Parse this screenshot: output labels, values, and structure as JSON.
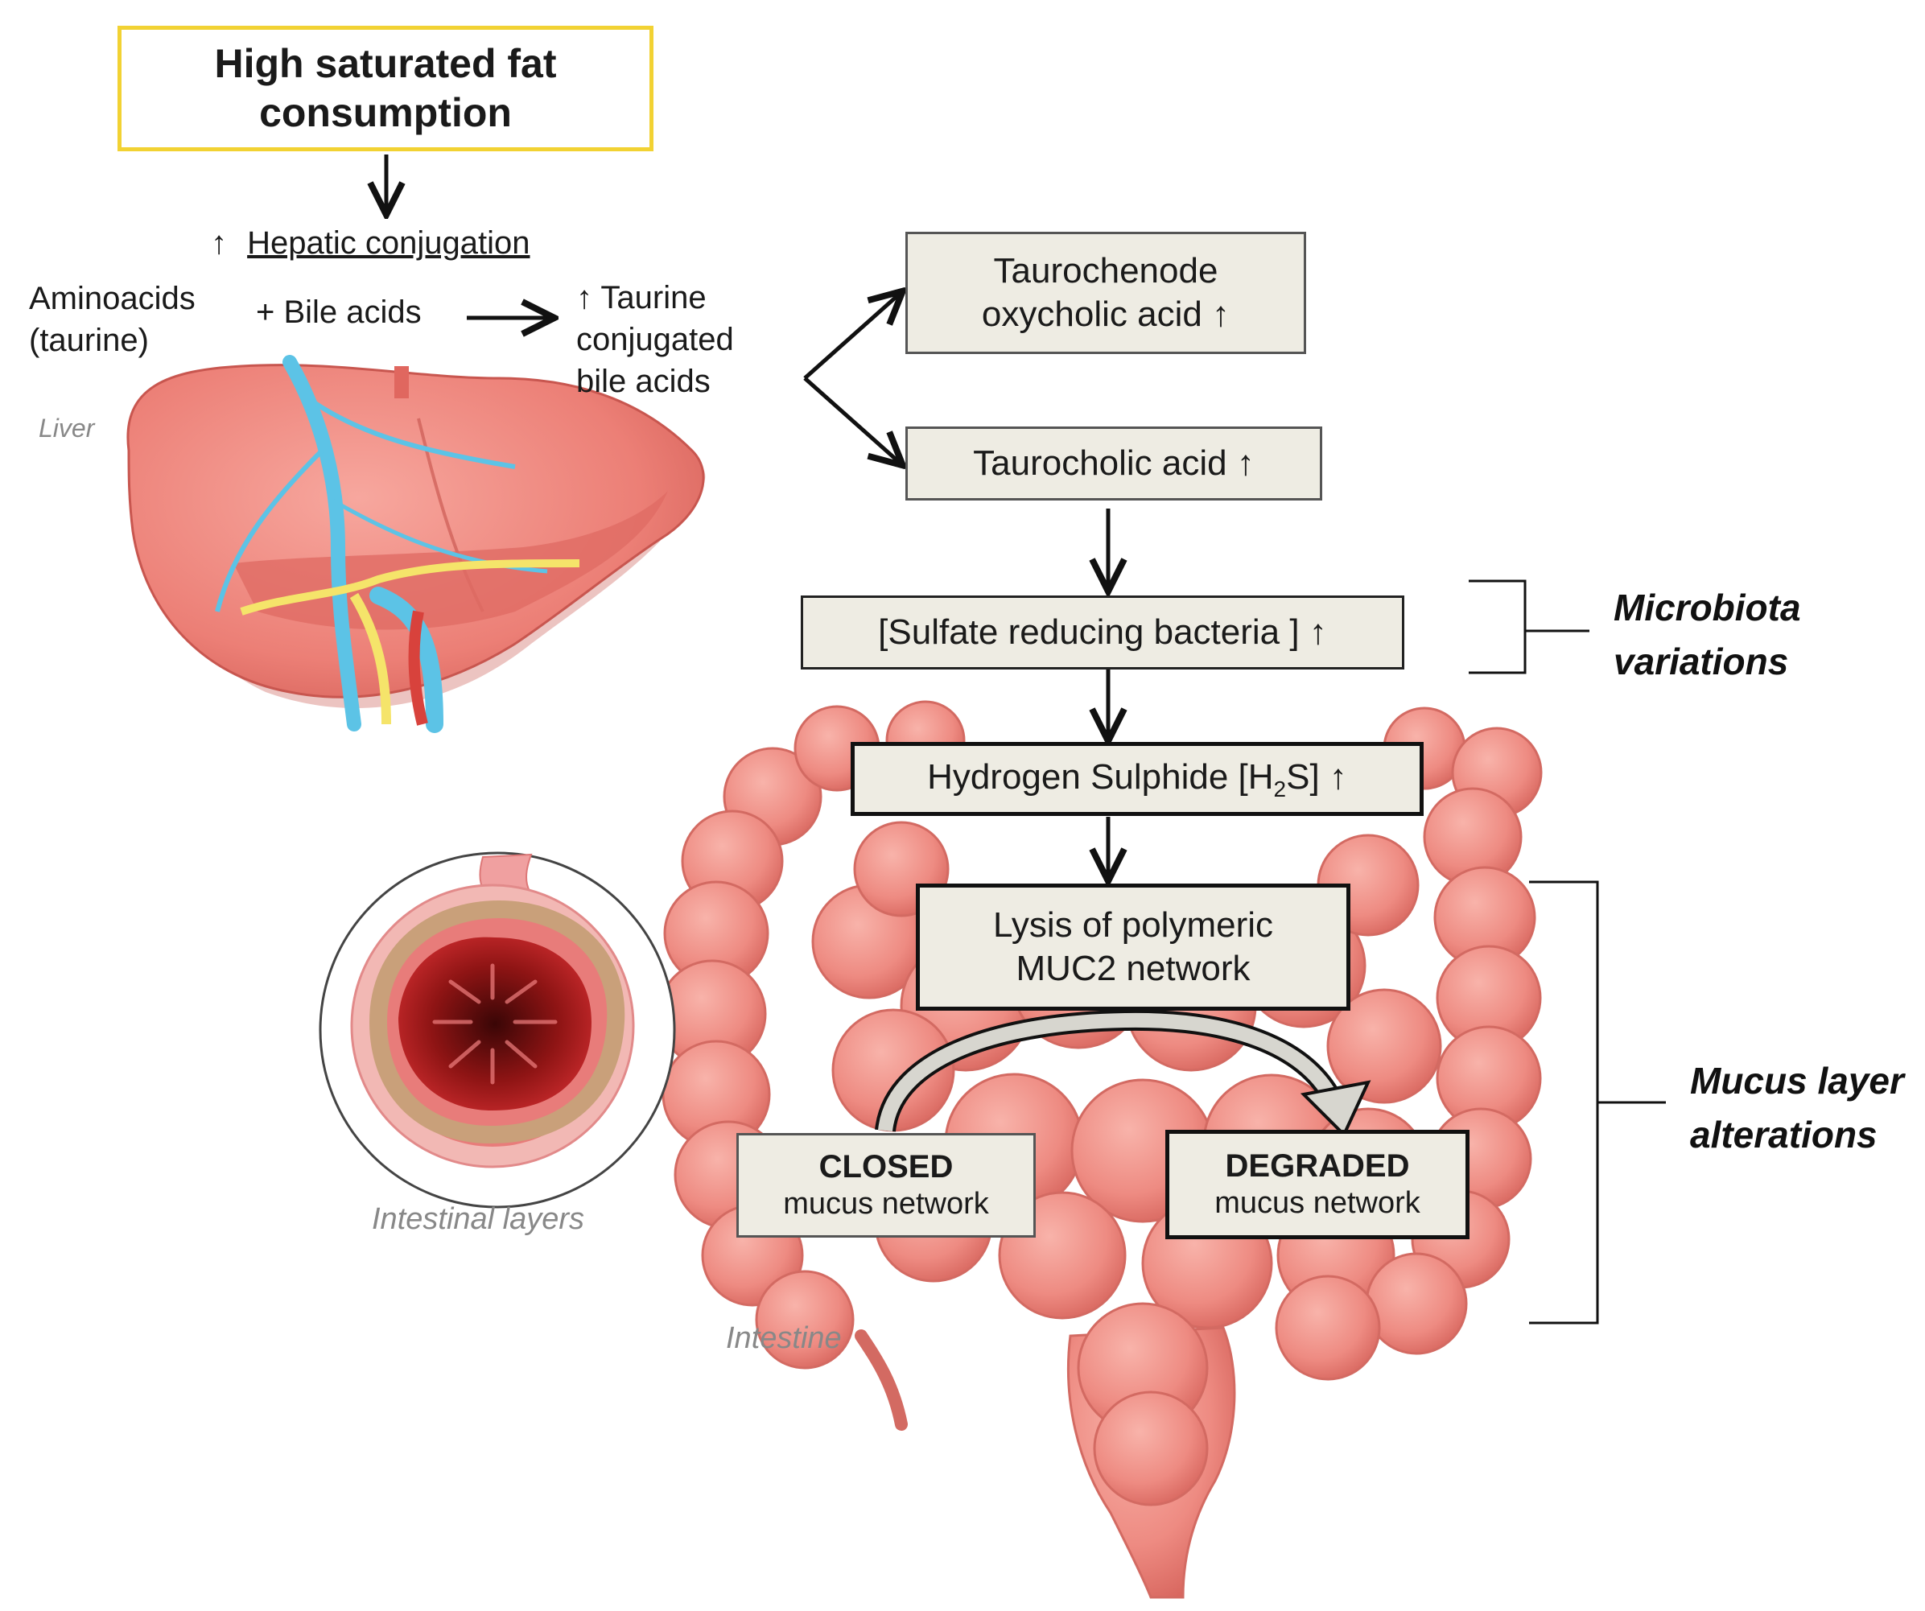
{
  "diagram": {
    "top_box": "High saturated fat consumption",
    "hepatic": {
      "arrow": "↑",
      "label": "Hepatic conjugation"
    },
    "aminoacids": "Aminoacids\n(taurine)",
    "bile_acids": "+ Bile acids",
    "taurine_conjugated": "↑ Taurine\nconjugated\nbile acids",
    "liver_caption": "Liver",
    "taurochenode_box": "Taurochenode\noxycholic acid ↑",
    "taurocholic_box": "Taurocholic acid ↑",
    "sulfate_box": "[Sulfate reducing bacteria ] ↑",
    "h2s_box": {
      "prefix": "Hydrogen Sulphide [H",
      "sub": "2",
      "suffix": "S] ↑"
    },
    "lysis_box": "Lysis of polymeric\nMUC2 network",
    "closed_box": {
      "title": "CLOSED",
      "subtitle": "mucus network"
    },
    "degraded_box": {
      "title": "DEGRADED",
      "subtitle": "mucus network"
    },
    "microbiota_label": "Microbiota\nvariations",
    "mucus_label": "Mucus layer\nalterations",
    "intestinal_layers_caption": "Intestinal layers",
    "intestine_caption": "Intestine"
  },
  "colors": {
    "top_box_border": "#f2d233",
    "box_fill": "#eeece3",
    "organ_pink": "#f08a80",
    "organ_dark": "#d9655d",
    "vessel_blue": "#5cc3e6",
    "bile_yellow": "#f5e46a"
  }
}
